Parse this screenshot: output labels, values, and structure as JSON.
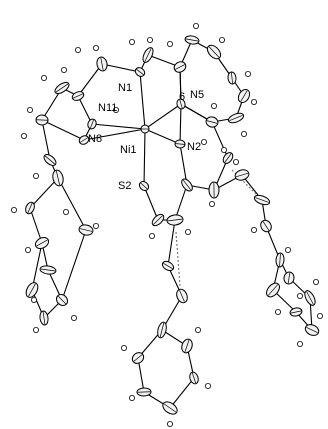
{
  "labels": {
    "n1": "N1",
    "n5": "N5",
    "n11": "N11",
    "n8": "N8",
    "ni1": "Ni1",
    "n2": "N2",
    "s2": "S2",
    "six": "6"
  }
}
